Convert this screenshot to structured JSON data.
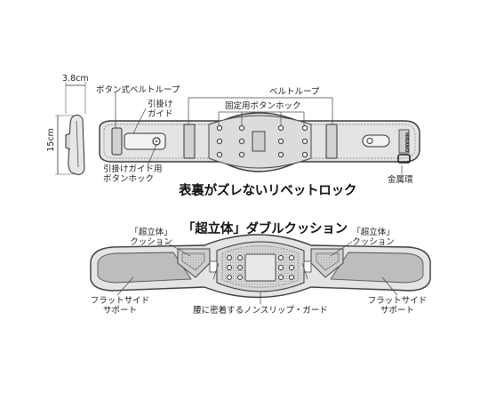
{
  "colors": {
    "belt_fill": "#e4e4e4",
    "belt_edge": "#3a3a3a",
    "cushion_fill": "#bdbdbd",
    "loop_fill": "#d2d2d2",
    "leader": "#444444"
  },
  "top_diagram": {
    "dim_width": "3.8cm",
    "dim_height": "15cm",
    "labels": {
      "button_loop": "ボタン式ベルトループ",
      "guide_line1": "引掛け",
      "guide_line2": "ガイド",
      "belt_loop": "ベルトループ",
      "fixed_hook": "固定用ボタンホック",
      "guide_hook_line1": "引掛けガイド用",
      "guide_hook_line2": "ボタンホック",
      "metal_ring": "金属環",
      "logo": "HIRANO"
    },
    "headline": "表裏がズレないリベットロック"
  },
  "bottom_diagram": {
    "headline": "「超立体」ダブルクッション",
    "labels": {
      "cushion_left_line1": "「超立体」",
      "cushion_left_line2": "クッション",
      "cushion_right_line1": "「超立体」",
      "cushion_right_line2": "クッション",
      "flat_left_line1": "フラットサイド",
      "flat_left_line2": "サポート",
      "flat_right_line1": "フラットサイド",
      "flat_right_line2": "サポート",
      "nonslip": "腰に密着するノンスリップ・ガード"
    }
  }
}
